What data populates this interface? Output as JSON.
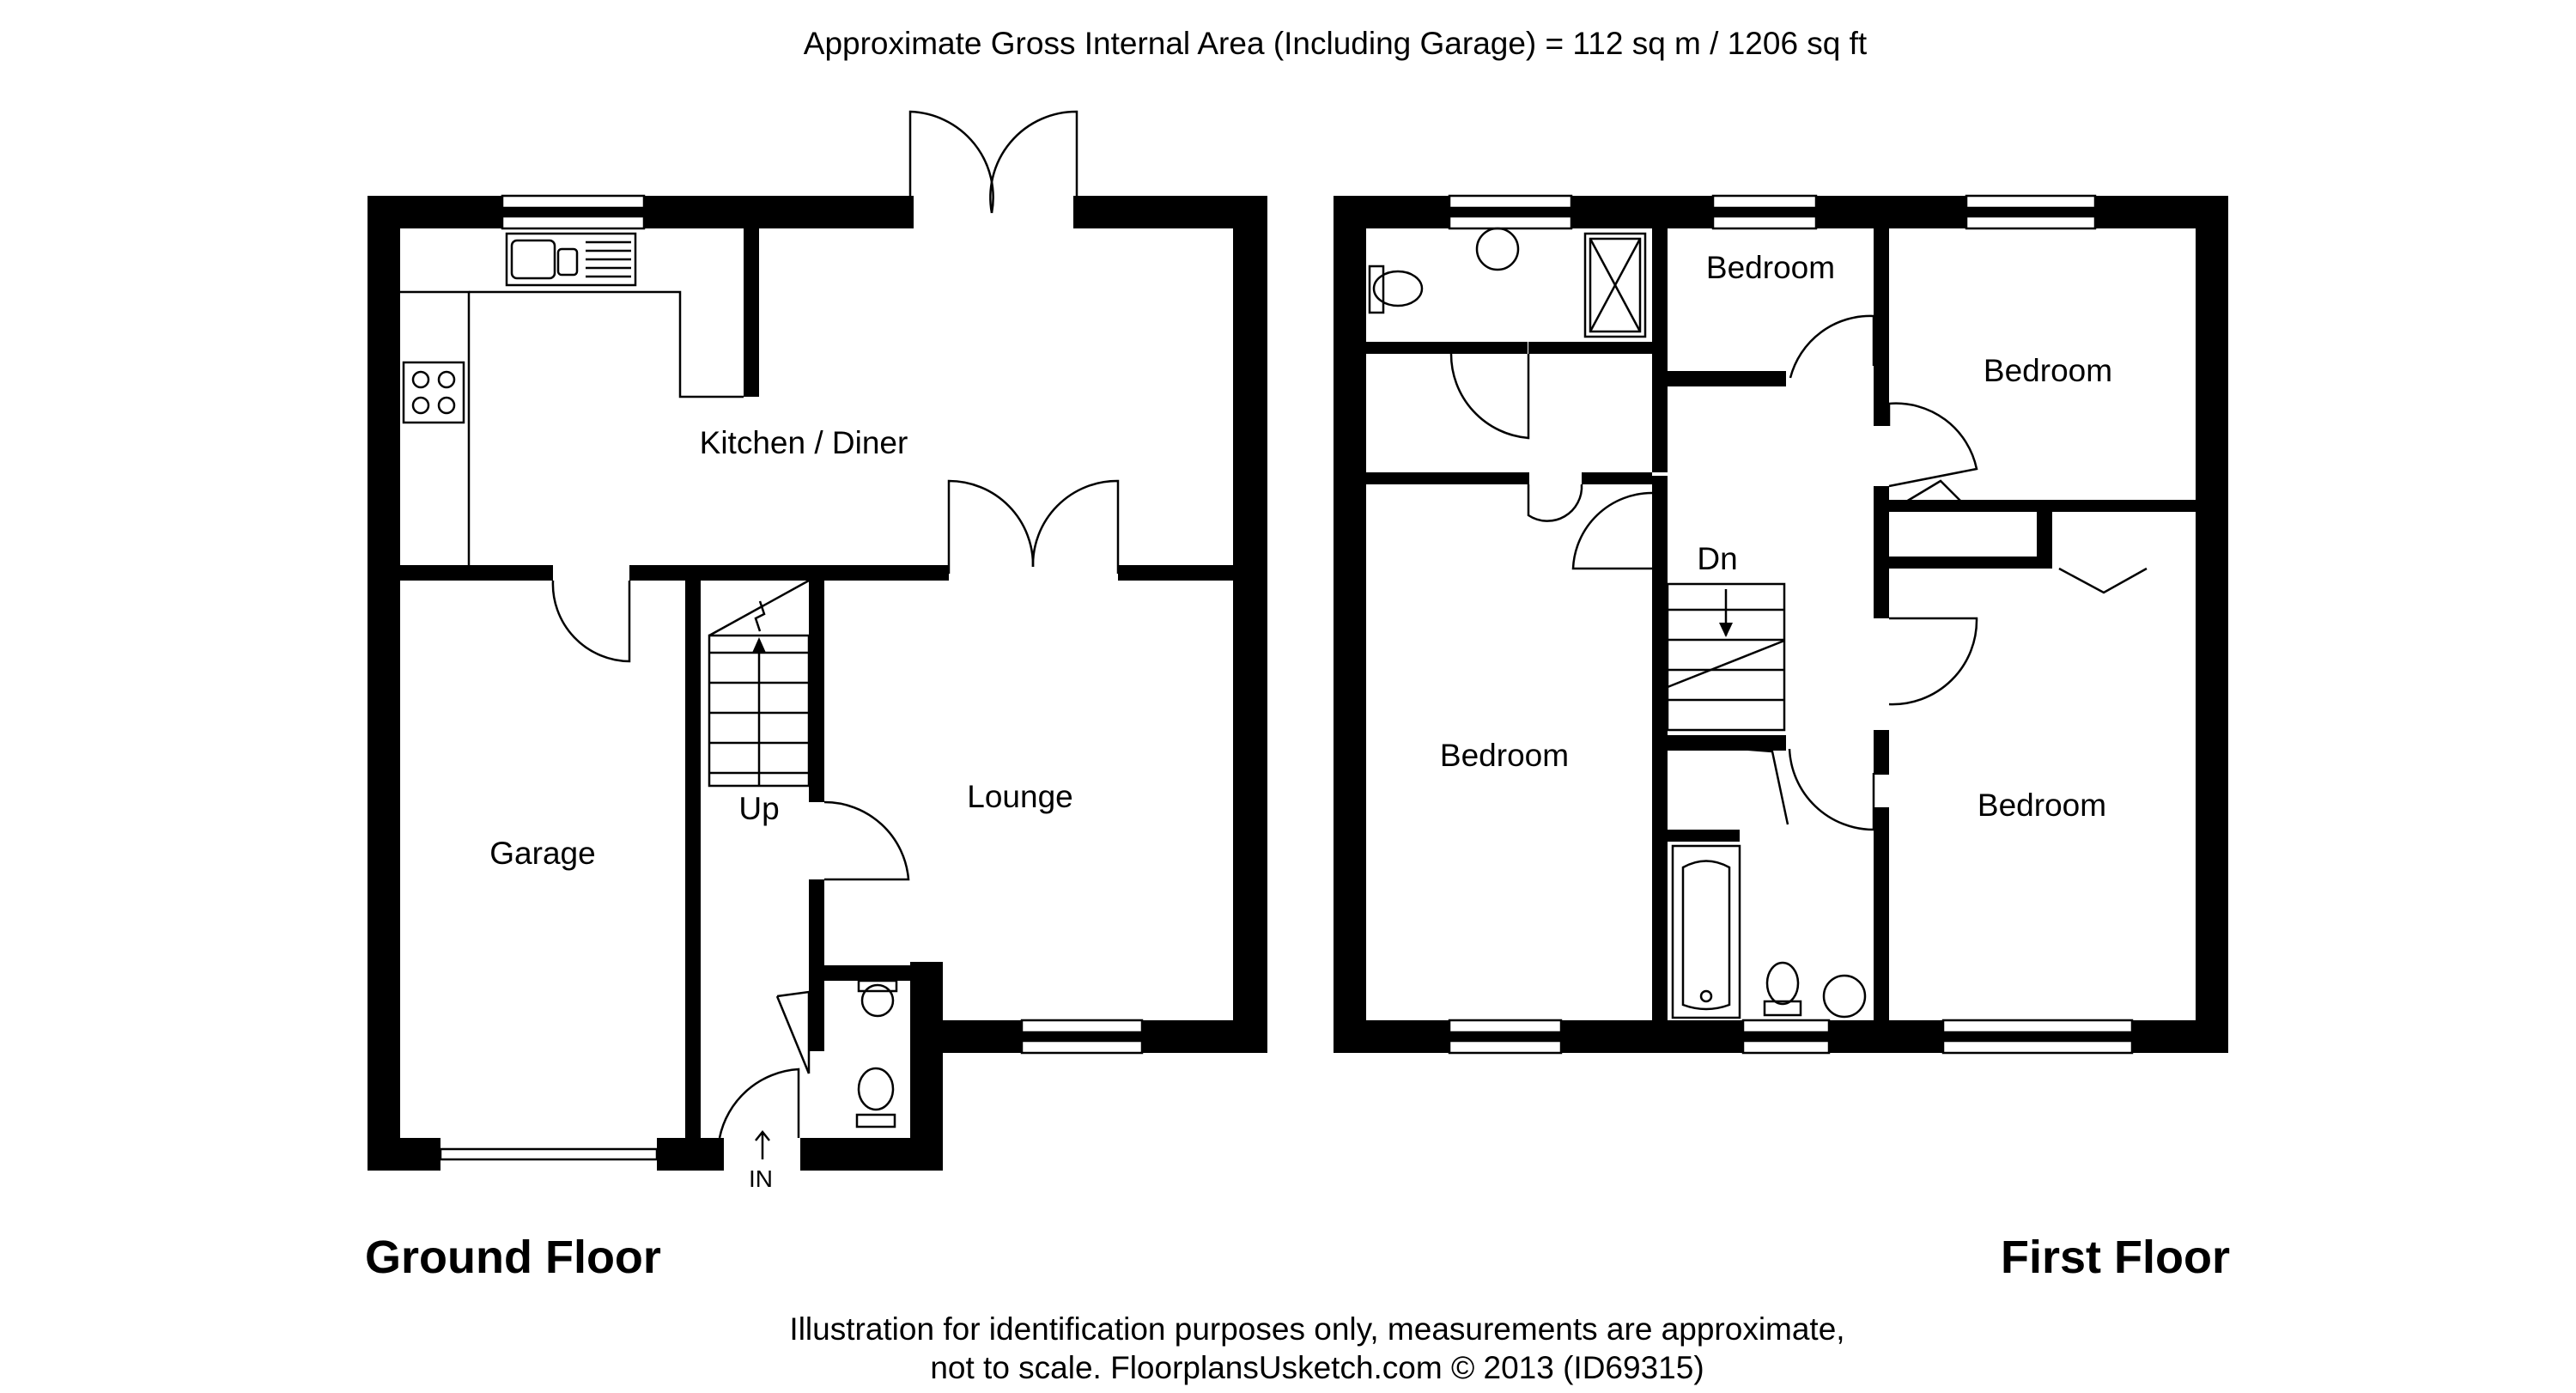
{
  "header": "Approximate Gross Internal Area (Including Garage) = 112 sq m / 1206 sq ft",
  "footer": {
    "line1": "Illustration for identification purposes only, measurements are approximate,",
    "line2": "not to scale. FloorplansUsketch.com © 2013 (ID69315)"
  },
  "ground_floor": {
    "title": "Ground Floor",
    "rooms": {
      "kitchen": "Kitchen / Diner",
      "garage": "Garage",
      "lounge": "Lounge"
    },
    "stairs_label": "Up",
    "entrance_label": "IN"
  },
  "first_floor": {
    "title": "First Floor",
    "rooms": {
      "bedroom_small": "Bedroom",
      "bedroom_top_right": "Bedroom",
      "bedroom_left": "Bedroom",
      "bedroom_bottom_right": "Bedroom"
    },
    "stairs_label": "Dn"
  }
}
